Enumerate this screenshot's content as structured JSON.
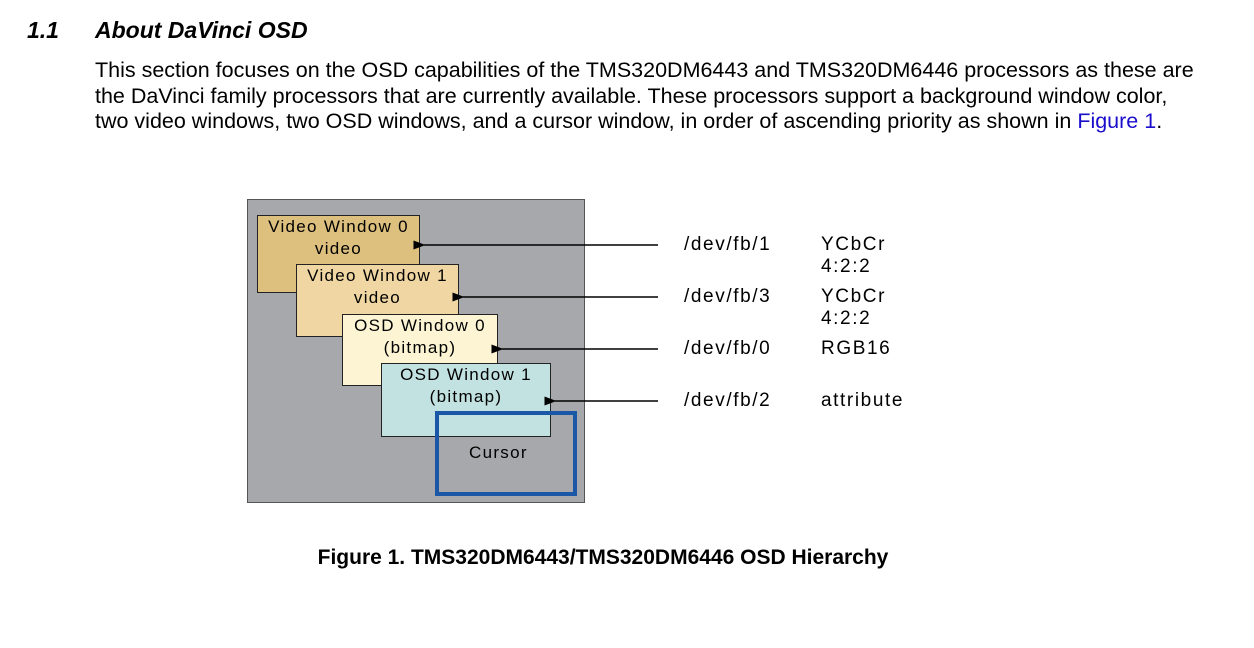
{
  "section": {
    "number": "1.1",
    "title": "About DaVinci OSD",
    "paragraph_text": "This section focuses on the OSD capabilities of the TMS320DM6443 and TMS320DM6446 processors as these are the DaVinci family processors that are currently available. These processors support a background window color, two video windows, two OSD windows, and a cursor window, in order of ascending priority as shown in ",
    "paragraph_link": "Figure 1",
    "paragraph_end": "."
  },
  "figure": {
    "windows": [
      {
        "line1": "Video Window 0",
        "line2": "video",
        "device": "/dev/fb/1",
        "format": "YCbCr 4:2:2",
        "color": "#ddbf7e"
      },
      {
        "line1": "Video Window 1",
        "line2": "video",
        "device": "/dev/fb/3",
        "format": "YCbCr 4:2:2",
        "color": "#f0d6a2"
      },
      {
        "line1": "OSD Window 0",
        "line2": "(bitmap)",
        "device": "/dev/fb/0",
        "format": "RGB16",
        "color": "#fcf4d3"
      },
      {
        "line1": "OSD Window 1",
        "line2": "(bitmap)",
        "device": "/dev/fb/2",
        "format": "attribute",
        "color": "#c2e2e1"
      }
    ],
    "cursor_label": "Cursor",
    "cursor_color": "#1a58a7",
    "background_color": "#a7a8ab",
    "caption": "Figure 1. TMS320DM6443/TMS320DM6446 OSD Hierarchy"
  }
}
